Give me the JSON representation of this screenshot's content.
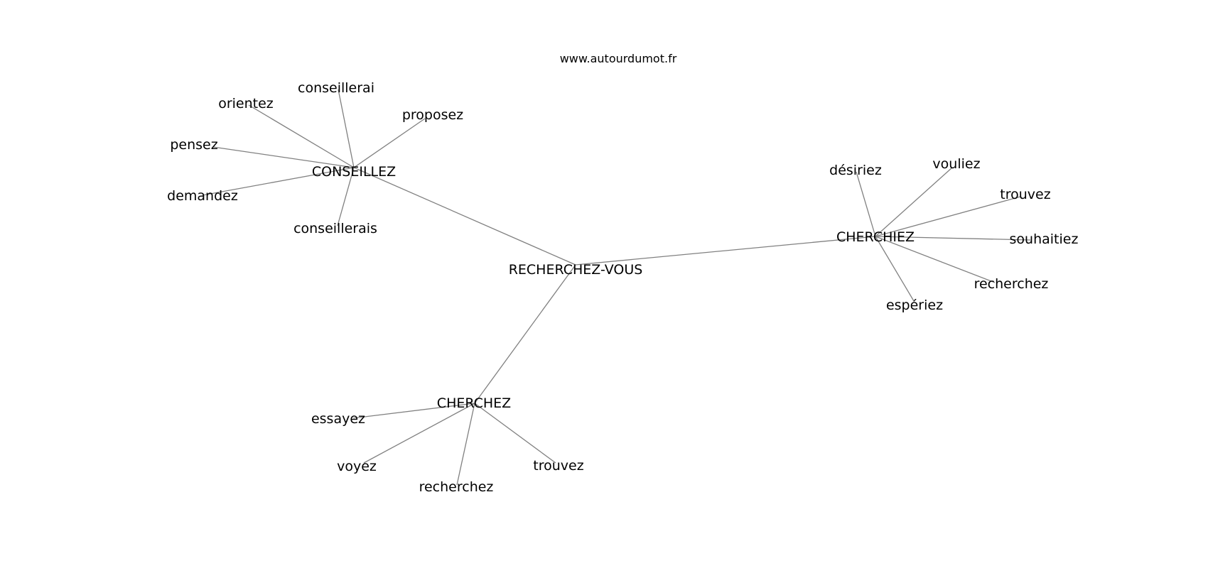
{
  "watermark": "www.autourdumot.fr",
  "graph": {
    "center": "RECHERCHEZ-VOUS",
    "hubs": [
      {
        "word": "CONSEILLEZ",
        "related": [
          "conseillerai",
          "orientez",
          "proposez",
          "pensez",
          "demandez",
          "conseillerais"
        ]
      },
      {
        "word": "CHERCHIEZ",
        "related": [
          "désiriez",
          "vouliez",
          "trouvez",
          "souhaitiez",
          "recherchez",
          "espériez"
        ]
      },
      {
        "word": "CHERCHEZ",
        "related": [
          "essayez",
          "voyez",
          "recherchez",
          "trouvez"
        ]
      }
    ]
  }
}
